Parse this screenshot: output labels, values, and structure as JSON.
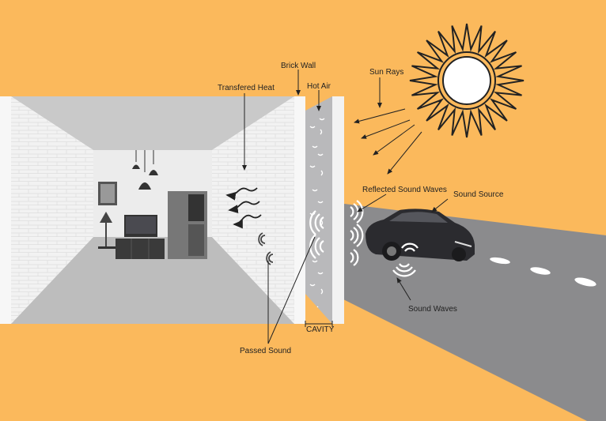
{
  "labels": {
    "brick_wall": "Brick Wall",
    "hot_air": "Hot Air",
    "sun_rays": "Sun Rays",
    "transfered_heat": "Transfered Heat",
    "reflected_sound_waves": "Reflected Sound Waves",
    "sound_source": "Sound Source",
    "sound_waves": "Sound Waves",
    "passed_sound": "Passed Sound",
    "cavity": "CAVITY"
  },
  "colors": {
    "background": "#fbb95c",
    "road": "#8b8b8d",
    "wall": "#f0f0f0",
    "cavity": "#b9b9bb",
    "car": "#2b2b2f"
  }
}
